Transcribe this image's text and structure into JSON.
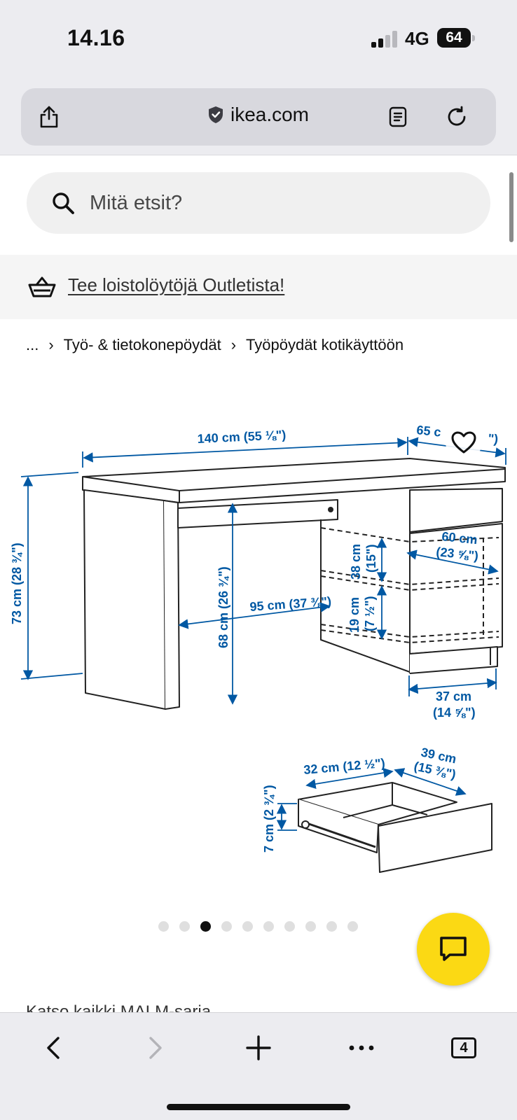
{
  "status_bar": {
    "time": "14.16",
    "network": "4G",
    "battery": "64"
  },
  "browser": {
    "url": "ikea.com"
  },
  "search": {
    "placeholder": "Mitä etsit?"
  },
  "banner": {
    "link_text": "Tee loistolöytöjä Outletista!"
  },
  "breadcrumb": {
    "items": [
      "...",
      "Työ- & tietokonepöydät",
      "Työpöydät kotikäyttöön"
    ]
  },
  "dimensions": {
    "desk_width": "140 cm (55 ⅛\")",
    "desk_depth": "65 c",
    "desk_depth_suffix": "\")",
    "desk_height": "73 cm (28 ¾\")",
    "knee_height": "68 cm (26 ¾\")",
    "knee_width": "95 cm (37 ⅜\")",
    "shelf_height_1a": "38 cm",
    "shelf_height_1b": "(15\")",
    "shelf_height_2a": "19 cm",
    "shelf_height_2b": "(7 ½\")",
    "shelf_depth_a": "60 cm",
    "shelf_depth_b": "(23 ⅝\")",
    "cabinet_width_a": "37 cm",
    "cabinet_width_b": "(14 ⅝\")",
    "drawer_width": "32 cm (12 ½\")",
    "drawer_depth_a": "39 cm",
    "drawer_depth_b": "(15 ⅜\")",
    "drawer_height": "7 cm (2 ¾\")"
  },
  "carousel": {
    "total": 10,
    "active_index": 2
  },
  "series_link": "Katso kaikki MALM-sarja",
  "tabs": {
    "count": "4"
  },
  "colors": {
    "accent_blue": "#0058a3",
    "chat_yellow": "#fbd914"
  }
}
